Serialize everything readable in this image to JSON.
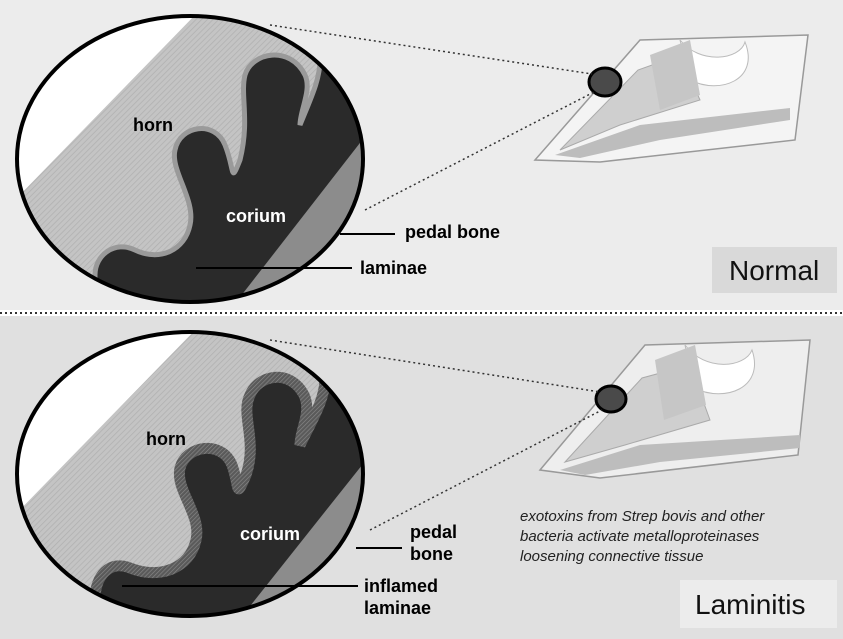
{
  "panels": {
    "normal": {
      "title": "Normal",
      "labels": {
        "horn": "horn",
        "corium": "corium",
        "pedal_bone": "pedal bone",
        "laminae": "laminae"
      }
    },
    "laminitis": {
      "title": "Laminitis",
      "labels": {
        "horn": "horn",
        "corium": "corium",
        "pedal_bone_line1": "pedal",
        "pedal_bone_line2": "bone",
        "laminae_line1": "inflamed",
        "laminae_line2": "laminae"
      },
      "note_lines": [
        "exotoxins from Strep bovis and other",
        "bacteria activate metalloproteinases",
        "loosening connective tissue"
      ]
    }
  },
  "colors": {
    "horn": "#c8c8c8",
    "corium": "#2a2a2a",
    "pedal_bone": "#8c8c8c",
    "background_top": "#eeeeee",
    "background_bottom": "#dedede"
  }
}
